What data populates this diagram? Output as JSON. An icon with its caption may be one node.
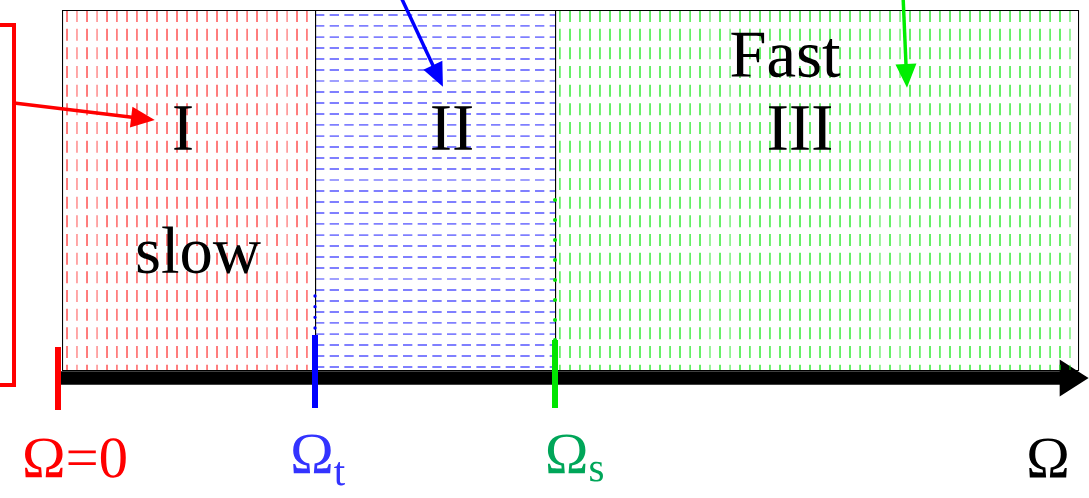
{
  "diagram": {
    "nodes": [
      {
        "text": [],
        "shape": "bracket"
      },
      {
        "text": [
          "I",
          "slow"
        ]
      },
      {
        "text": [
          "II"
        ]
      },
      {
        "text": [
          "Fast",
          "III"
        ]
      }
    ],
    "edges": [
      {
        "from": 0,
        "to": 1,
        "arrow": "to",
        "color": "#ff0000"
      },
      {
        "from": null,
        "to": 2,
        "arrow": "to",
        "color": "#0000ff"
      },
      {
        "from": null,
        "to": 3,
        "arrow": "to",
        "color": "#00ee00"
      }
    ],
    "labels": [
      "Ω=0",
      "Ω$_{t}$",
      "Ω$_{s}$",
      "Ω"
    ]
  }
}
